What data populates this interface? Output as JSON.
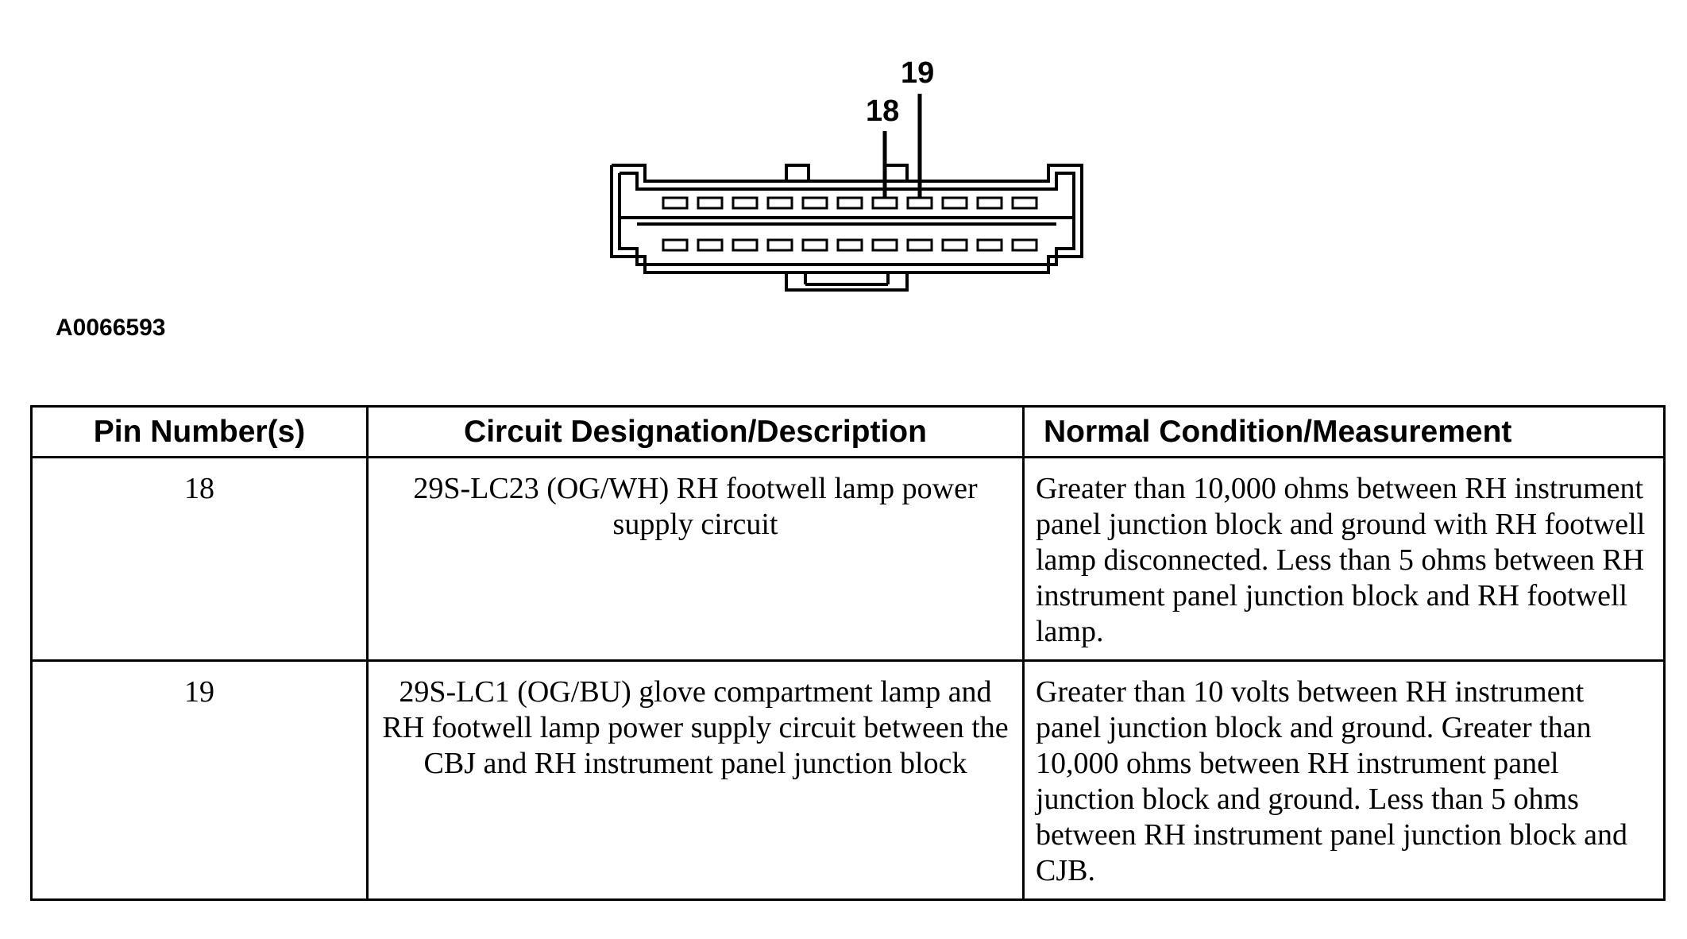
{
  "diagram": {
    "callouts": [
      "18",
      "19"
    ],
    "figure_id": "A0066593"
  },
  "table": {
    "headers": [
      "Pin Number(s)",
      "Circuit Designation/Description",
      "Normal Condition/Measurement"
    ],
    "rows": [
      {
        "pin": "18",
        "circuit": "29S-LC23 (OG/WH) RH footwell lamp power supply circuit",
        "condition": "Greater than 10,000 ohms between RH instrument panel junction block and ground with RH footwell lamp disconnected. Less than 5 ohms between RH instrument panel junction block and RH footwell lamp."
      },
      {
        "pin": "19",
        "circuit": "29S-LC1 (OG/BU) glove compartment lamp and RH footwell lamp power supply circuit between the CBJ and RH instrument panel junction block",
        "condition": "Greater than 10 volts between RH instrument panel junction block and ground. Greater than 10,000 ohms between RH instrument panel junction block and ground. Less than 5 ohms between RH instrument panel junction block and CJB."
      }
    ]
  }
}
